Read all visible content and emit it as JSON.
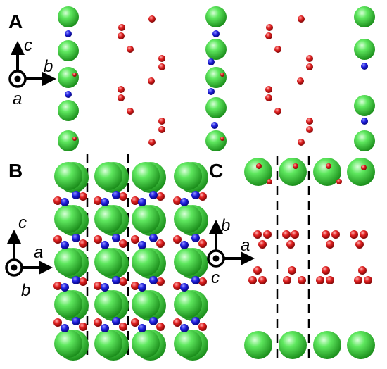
{
  "panels": [
    {
      "id": "A",
      "label": "A"
    },
    {
      "id": "B",
      "label": "B"
    },
    {
      "id": "C",
      "label": "C"
    }
  ],
  "axes": {
    "A": {
      "up": "c",
      "right": "b",
      "out": "a"
    },
    "B": {
      "up": "c",
      "right": "a",
      "out": "b"
    },
    "C": {
      "up": "b",
      "right": "a",
      "out": "c"
    }
  },
  "colors": {
    "large_atom": "#3fd43f",
    "medium_atom": "#1a1ad8",
    "small_atom": "#d41a1a",
    "dashed_line": "#000000"
  }
}
